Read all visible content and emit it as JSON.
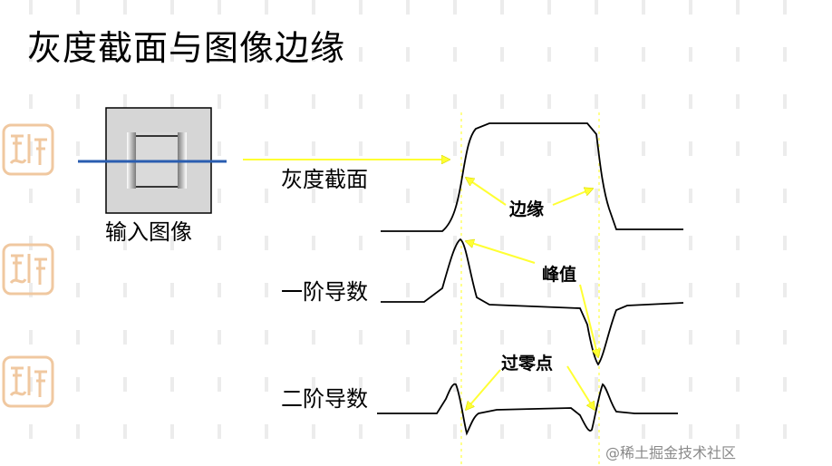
{
  "title": "灰度截面与图像边缘",
  "input_label": "输入图像",
  "profile_label": "灰度截面",
  "first_derivative_label": "一阶导数",
  "second_derivative_label": "二阶导数",
  "edge_annotation": "边缘",
  "peak_annotation": "峰值",
  "zero_crossing_annotation": "过零点",
  "watermark": "@稀土掘金技术社区",
  "colors": {
    "scan_line": "#2a5db0",
    "arrow": "#ffff33",
    "guide": "#ffff66",
    "seal": "#f0c8a0"
  }
}
